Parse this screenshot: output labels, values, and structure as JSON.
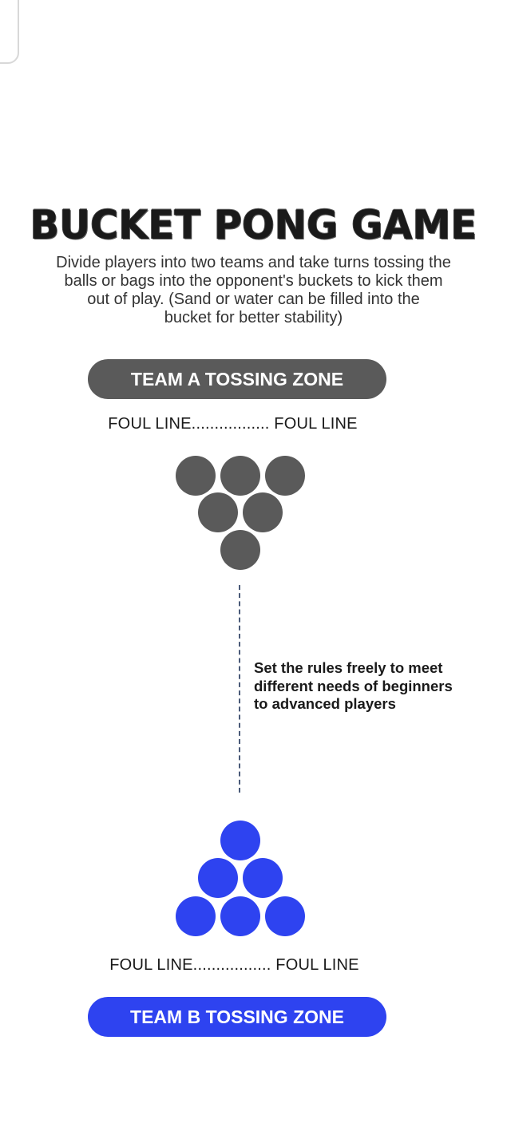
{
  "title": "BUCKET PONG GAME",
  "description": [
    "Divide players into two teams and take turns tossing the",
    "balls or bags into the opponent's buckets to kick them",
    "out of play. (Sand or water can be filled into the",
    "bucket for better stability)"
  ],
  "team_a": {
    "zone_label": "TEAM A TOSSING ZONE",
    "foul_line": "FOUL LINE................. FOUL LINE",
    "color": "#5a5a5a",
    "buckets": 6
  },
  "team_b": {
    "zone_label": "TEAM B TOSSING ZONE",
    "foul_line": "FOUL LINE................. FOUL LINE",
    "color": "#2e43f0",
    "buckets": 6
  },
  "note": [
    "Set the rules freely to meet",
    "different needs of beginners",
    "to advanced players"
  ]
}
